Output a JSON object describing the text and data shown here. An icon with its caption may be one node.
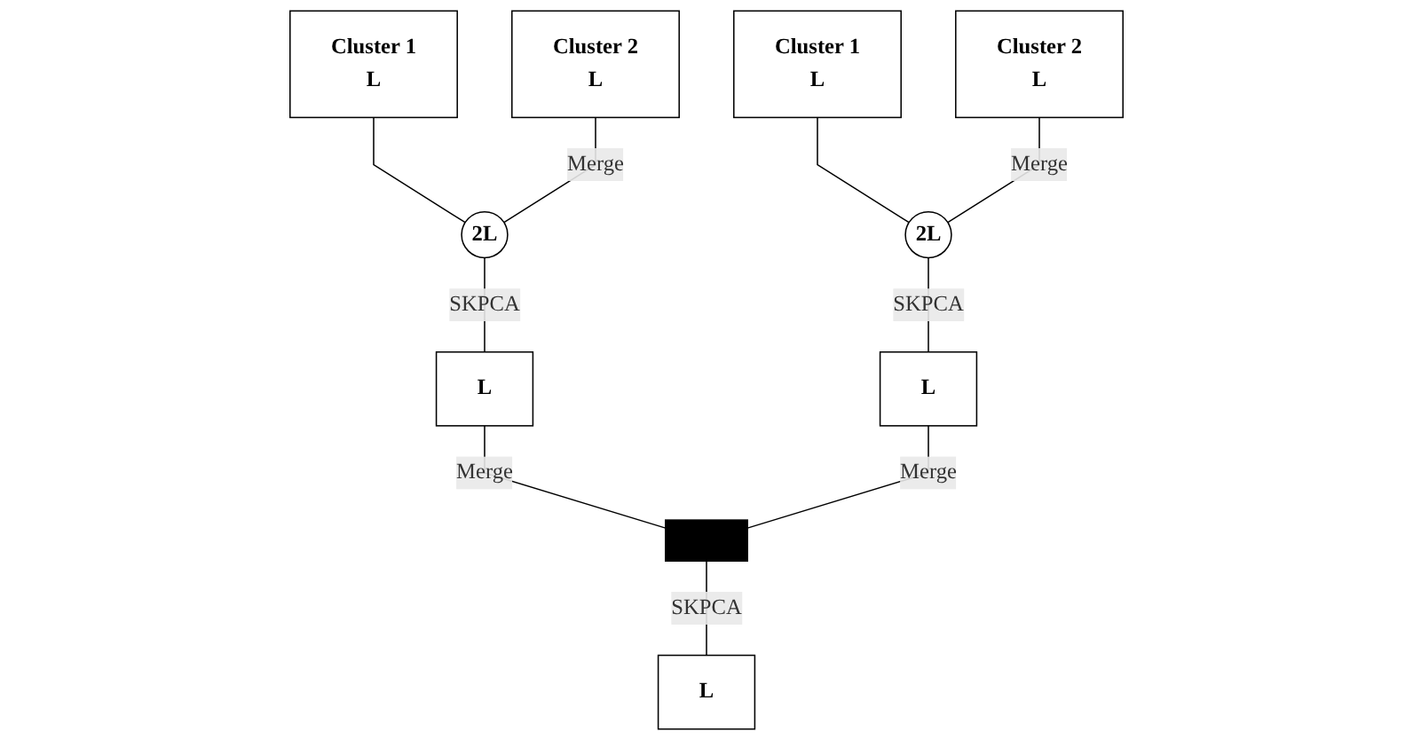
{
  "diagram": {
    "nodes": [
      {
        "text": [
          "Cluster 1",
          "L"
        ]
      },
      {
        "text": [
          "Cluster 2",
          "L"
        ]
      },
      {
        "text": [
          "2L"
        ]
      },
      {
        "text": [
          "L"
        ]
      },
      {
        "text": [
          "Cluster 1",
          "L"
        ]
      },
      {
        "text": [
          "Cluster 2",
          "L"
        ]
      },
      {
        "text": [
          "2L"
        ]
      },
      {
        "text": [
          "L"
        ]
      },
      {
        "text": [],
        "shape": "bar"
      },
      {
        "text": [
          "L"
        ]
      }
    ],
    "edges": [
      {
        "from": 0,
        "to": 2,
        "arrow": "none"
      },
      {
        "from": 1,
        "to": 2,
        "arrow": "none",
        "label": "Merge"
      },
      {
        "from": 2,
        "to": 3,
        "arrow": "none",
        "label": "SKPCA"
      },
      {
        "from": 4,
        "to": 6,
        "arrow": "none"
      },
      {
        "from": 5,
        "to": 6,
        "arrow": "none",
        "label": "Merge"
      },
      {
        "from": 6,
        "to": 7,
        "arrow": "none",
        "label": "SKPCA"
      },
      {
        "from": 3,
        "to": 8,
        "arrow": "none",
        "label": "Merge"
      },
      {
        "from": 7,
        "to": 8,
        "arrow": "none",
        "label": "Merge"
      },
      {
        "from": 8,
        "to": 9,
        "arrow": "none",
        "label": "SKPCA"
      }
    ]
  }
}
